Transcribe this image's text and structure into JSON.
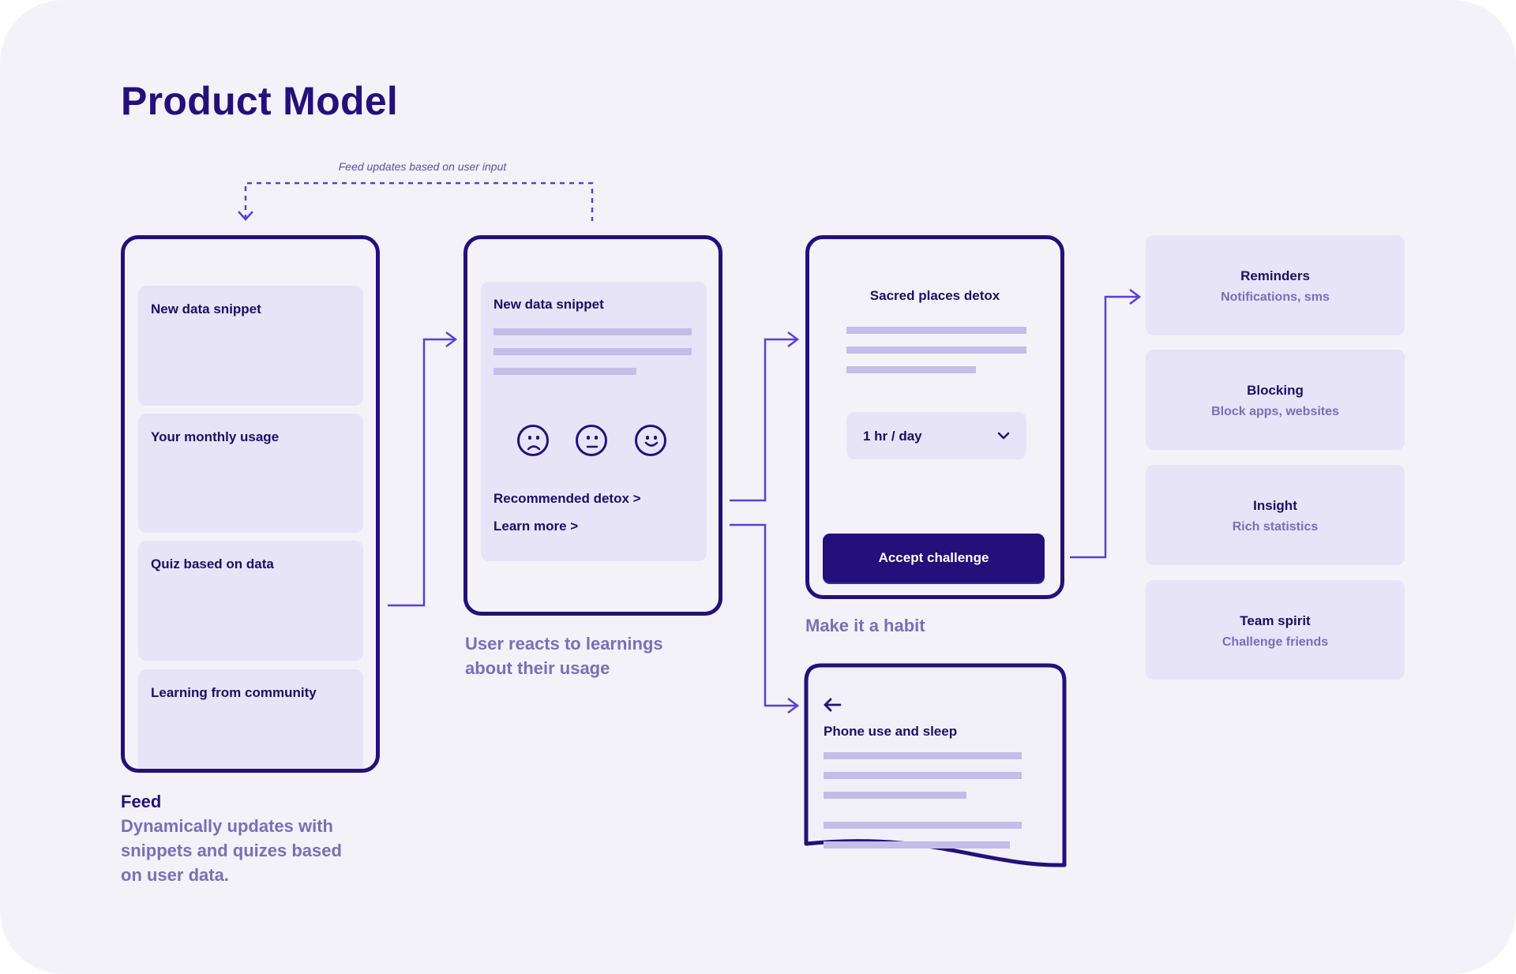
{
  "title": "Product Model",
  "loop_label": "Feed updates based on user input",
  "colors": {
    "background": "#f3f2f8",
    "primary": "#24107a",
    "card": "#e7e4f7",
    "accent": "#5b3fd6",
    "muted": "#7a6fb6"
  },
  "feed": {
    "cards": [
      "New data snippet",
      "Your monthly usage",
      "Quiz based on data",
      "Learning from community"
    ],
    "title": "Feed",
    "description": "Dynamically updates with snippets and quizes based on user data."
  },
  "react": {
    "card_title": "New data snippet",
    "faces": [
      "sad-face-icon",
      "neutral-face-icon",
      "happy-face-icon"
    ],
    "link_detox": "Recommended detox >",
    "link_learn": "Learn more >",
    "caption": "User reacts to learnings about their usage"
  },
  "habit": {
    "title": "Sacred places detox",
    "select_value": "1 hr / day",
    "select_icon": "chevron-down-icon",
    "accept": "Accept challenge",
    "caption": "Make it a habit"
  },
  "article": {
    "back_icon": "arrow-left-icon",
    "title": "Phone use and sleep"
  },
  "features": [
    {
      "title": "Reminders",
      "subtitle": "Notifications, sms"
    },
    {
      "title": "Blocking",
      "subtitle": "Block apps, websites"
    },
    {
      "title": "Insight",
      "subtitle": "Rich statistics"
    },
    {
      "title": "Team spirit",
      "subtitle": "Challenge friends"
    }
  ]
}
